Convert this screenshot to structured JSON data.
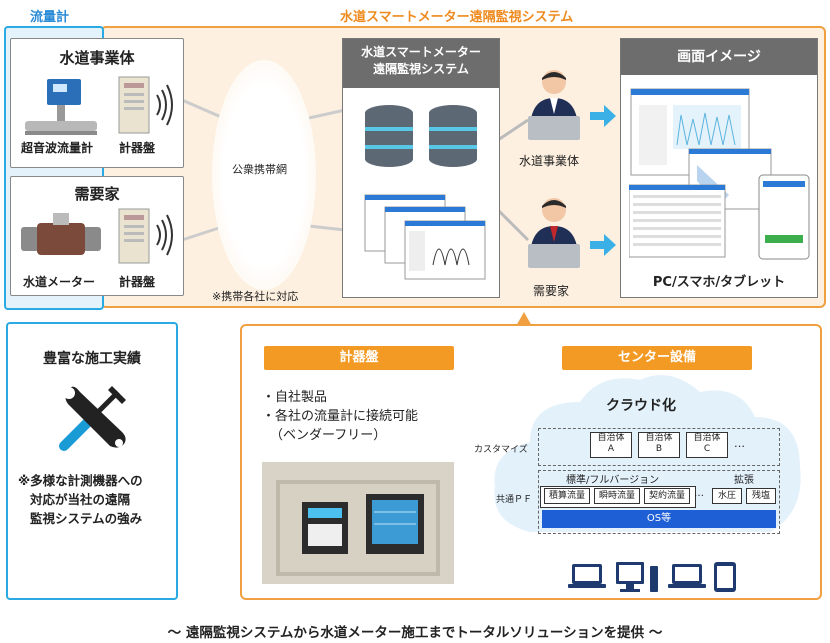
{
  "sections": {
    "flowmeter_title": "流量計",
    "system_title": "水道スマートメーター遠隔監視システム"
  },
  "flowmeter": {
    "card1": {
      "title": "水道事業体",
      "label_meter": "超音波流量計",
      "label_panel": "計器盤"
    },
    "card2": {
      "title": "需要家",
      "label_meter": "水道メーター",
      "label_panel": "計器盤"
    }
  },
  "network": {
    "label": "公衆携帯網",
    "note": "※携帯各社に対応"
  },
  "center": {
    "title_line1": "水道スマートメーター",
    "title_line2": "遠隔監視システム"
  },
  "users": {
    "user1": "水道事業体",
    "user2": "需要家"
  },
  "screen": {
    "title": "画面イメージ",
    "caption": "PC/スマホ/タブレット"
  },
  "achievements": {
    "title": "豊富な施工実績",
    "note_line1": "※多様な計測機器への",
    "note_line2": "対応が当社の遠隔",
    "note_line3": "監視システムの強み"
  },
  "instrument": {
    "header": "計器盤",
    "bullet1": "・自社製品",
    "bullet2": "・各社の流量計に接続可能",
    "bullet3": "（ベンダーフリー）"
  },
  "center_equipment": {
    "header": "センター設備",
    "cloud_title": "クラウド化",
    "customize_label": "カスタマイズ",
    "common_label": "共通ＰＦ",
    "municipalities": [
      {
        "line1": "自治体",
        "line2": "A"
      },
      {
        "line1": "自治体",
        "line2": "B"
      },
      {
        "line1": "自治体",
        "line2": "C"
      }
    ],
    "ellipsis": "…",
    "standard_label": "標準/フルバージョン",
    "extension_label": "拡張",
    "standard_features": [
      "積算流量",
      "瞬時流量",
      "契約流量"
    ],
    "extension_features": [
      "水圧",
      "残塩"
    ],
    "os_label": "OS等"
  },
  "footer": "～ 遠隔監視システムから水道メーター施工までトータルソリューションを提供 ～",
  "colors": {
    "blue": "#2aaae2",
    "orange": "#f39a24",
    "os_bar": "#1f5fd6",
    "arrow": "#3ab0e6"
  }
}
